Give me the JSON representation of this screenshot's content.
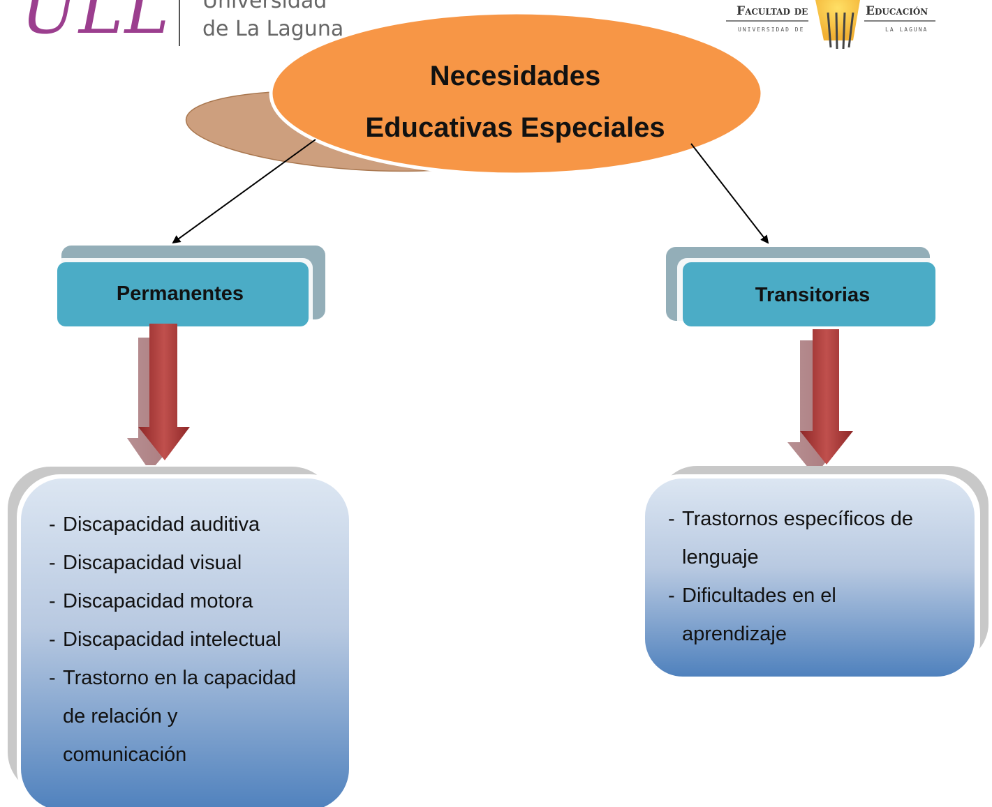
{
  "header": {
    "logo_ull": {
      "mark": "ULL",
      "line1": "Universidad",
      "line2": "de La Laguna"
    },
    "logo_facultad": {
      "left": "Facultad de",
      "right": "Educación",
      "sub_left": "UNIVERSIDAD DE",
      "sub_right": "LA LAGUNA"
    }
  },
  "diagram": {
    "root": {
      "line1": "Necesidades",
      "line2": "Educativas Especiales"
    },
    "categories": [
      {
        "label": "Permanentes",
        "items": [
          "Discapacidad auditiva",
          "Discapacidad visual",
          "Discapacidad motora",
          "Discapacidad intelectual",
          "Trastorno en la capacidad",
          "de relación y",
          "comunicación"
        ]
      },
      {
        "label": "Transitorias",
        "items": [
          "Trastornos específicos de",
          "lenguaje",
          "Dificultades en el",
          "aprendizaje"
        ]
      }
    ],
    "list_dash": "-"
  },
  "colors": {
    "ellipse_fill": "#f79646",
    "ellipse_shadow": "#cd9f7e",
    "category_fill": "#4bacc6",
    "category_back": "#93aeb8",
    "arrow_fill": "#b03a3a",
    "list_top": "#dbe5f1",
    "list_bottom": "#4f81bd",
    "ull_purple": "#9b3e8e"
  }
}
